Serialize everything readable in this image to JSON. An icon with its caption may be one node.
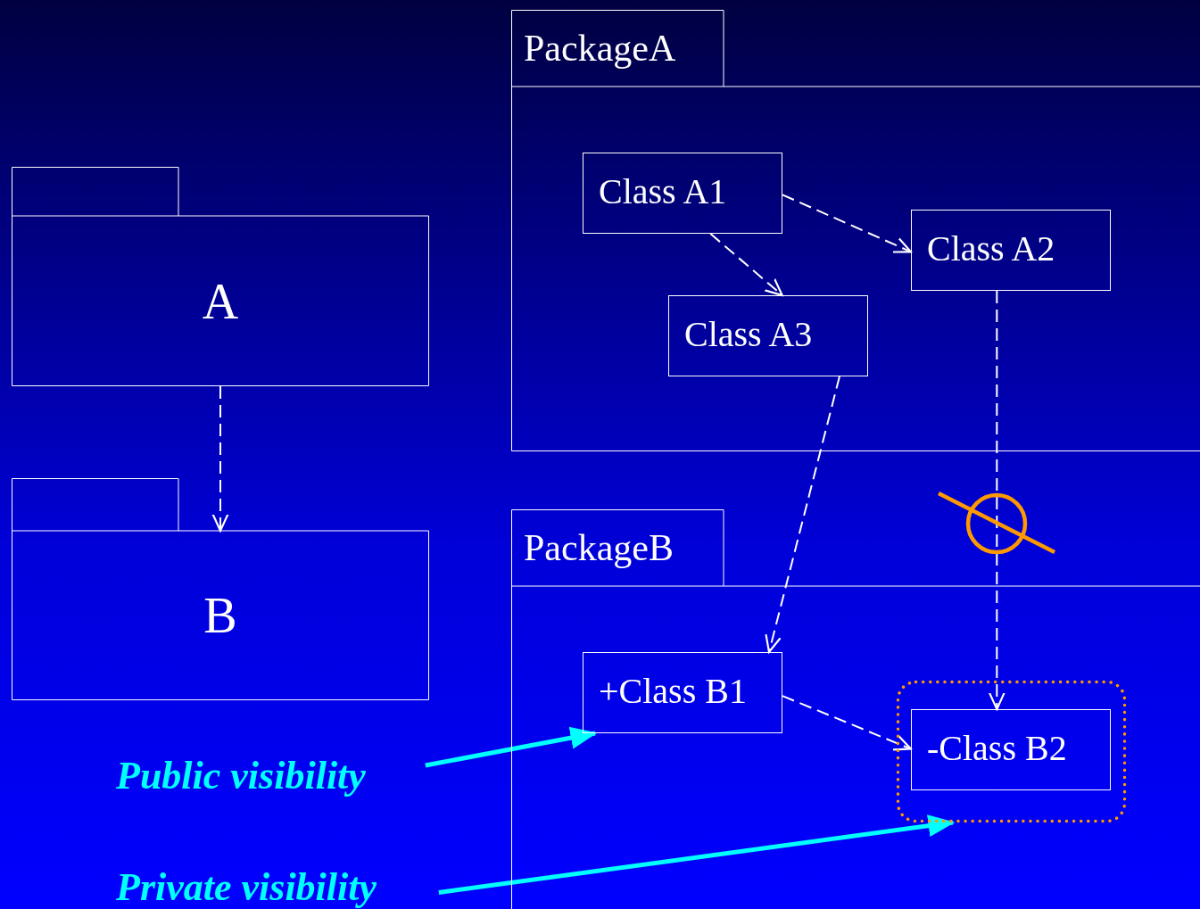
{
  "diagram": {
    "nodes": [
      {
        "text": [
          "A"
        ]
      },
      {
        "text": [
          "B"
        ]
      },
      {
        "text": [
          "PackageA"
        ]
      },
      {
        "text": [
          "Class A1"
        ],
        "in": 2
      },
      {
        "text": [
          "Class A2"
        ],
        "in": 2
      },
      {
        "text": [
          "Class A3"
        ],
        "in": 2
      },
      {
        "text": [
          "PackageB"
        ]
      },
      {
        "text": [
          "+Class B1"
        ],
        "in": 6
      },
      {
        "text": [],
        "shape": "box",
        "in": 6
      },
      {
        "text": [
          "-Class B2"
        ],
        "in": 8
      },
      {
        "text": [
          "Public visibility"
        ]
      },
      {
        "text": [
          "Private visibility"
        ]
      }
    ],
    "edges": [
      {
        "from": 0,
        "to": 1,
        "arrow": "to",
        "style": "dashed"
      },
      {
        "from": 3,
        "to": 4,
        "arrow": "to",
        "style": "dashed"
      },
      {
        "from": 3,
        "to": 5,
        "arrow": "to",
        "style": "dashed"
      },
      {
        "from": 5,
        "to": 7,
        "arrow": "to",
        "style": "dashed"
      },
      {
        "from": 4,
        "to": 9,
        "arrow": "to",
        "style": "dashed"
      },
      {
        "from": 7,
        "to": 9,
        "arrow": "to",
        "style": "dashed"
      },
      {
        "from": 10,
        "to": 7,
        "arrow": "to",
        "style": "thick",
        "color": "#00ffff"
      },
      {
        "from": 11,
        "to": 8,
        "arrow": "to",
        "style": "thick",
        "color": "#00ffff"
      }
    ]
  }
}
